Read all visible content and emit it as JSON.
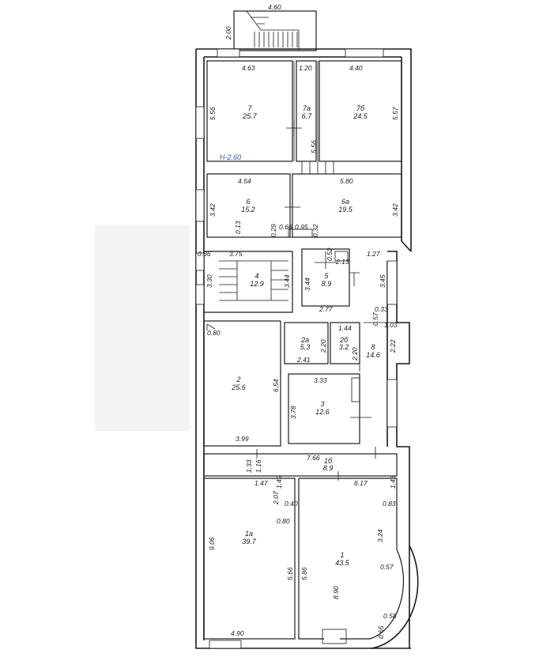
{
  "floor_plan": {
    "height_mark": "H-2.60",
    "rooms": [
      {
        "num": "7",
        "area": "25.7"
      },
      {
        "num": "7а",
        "area": "6.7"
      },
      {
        "num": "7б",
        "area": "24.5"
      },
      {
        "num": "6",
        "area": "15.2"
      },
      {
        "num": "6а",
        "area": "19.5"
      },
      {
        "num": "4",
        "area": "12.9"
      },
      {
        "num": "5",
        "area": "8.9"
      },
      {
        "num": "2а",
        "area": "5.3"
      },
      {
        "num": "2б",
        "area": "3.2"
      },
      {
        "num": "8",
        "area": "14.6"
      },
      {
        "num": "2",
        "area": "25.6"
      },
      {
        "num": "3",
        "area": "12.6"
      },
      {
        "num": "1б",
        "area": "8.9"
      },
      {
        "num": "1а",
        "area": "39.7"
      },
      {
        "num": "1",
        "area": "43.5"
      }
    ],
    "dimensions": [
      "4.60",
      "2.00",
      "4.63",
      "1.20",
      "4.40",
      "5.56",
      "5.57",
      "5.56",
      "4.54",
      "5.80",
      "3.42",
      "3.42",
      "0.13",
      "0.29",
      "0.66",
      "0.95",
      "0.32",
      "0.52",
      "2.13",
      "0.86",
      "3.75",
      "1.27",
      "3.30",
      "3.44",
      "3.44",
      "3.45",
      "2.77",
      "0.33",
      "0.57",
      "1.03",
      "0.80",
      "1.44",
      "2.20",
      "2.20",
      "2.22",
      "2.41",
      "6.54",
      "3.33",
      "3.78",
      "3.99",
      "7.66",
      "1.33",
      "1.16",
      "1.47",
      "1.49",
      "6.17",
      "1.43",
      "2.07",
      "0.40",
      "0.83",
      "0.80",
      "3.24",
      "9.06",
      "5.66",
      "5.86",
      "0.57",
      "8.90",
      "4.90",
      "0.58",
      "0.65"
    ]
  }
}
